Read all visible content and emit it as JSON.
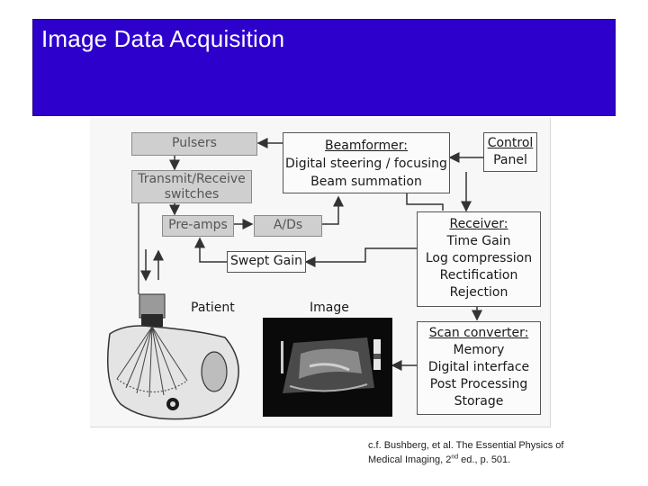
{
  "slide": {
    "title": "Image Data Acquisition"
  },
  "blocks": {
    "pulsers": "Pulsers",
    "transmit_receive": [
      "Transmit/Receive",
      "switches"
    ],
    "preamps": "Pre-amps",
    "adcs": "A/Ds",
    "swept_gain": "Swept Gain",
    "beamformer": {
      "heading": "Beamformer:",
      "lines": [
        "Digital steering / focusing",
        "Beam summation"
      ]
    },
    "control_panel": [
      "Control",
      "Panel"
    ],
    "receiver": {
      "heading": "Receiver:",
      "lines": [
        "Time Gain",
        "Log compression",
        "Rectification",
        "Rejection"
      ]
    },
    "scan_converter": {
      "heading": "Scan converter:",
      "lines": [
        "Memory",
        "Digital interface",
        "Post Processing",
        "Storage"
      ]
    }
  },
  "labels": {
    "patient": "Patient",
    "image": "Image"
  },
  "citation": {
    "line1": "c.f. Bushberg, et al. The Essential Physics of",
    "line2_pre": "Medical Imaging, 2",
    "line2_sup": "nd",
    "line2_post": " ed., p. 501."
  }
}
